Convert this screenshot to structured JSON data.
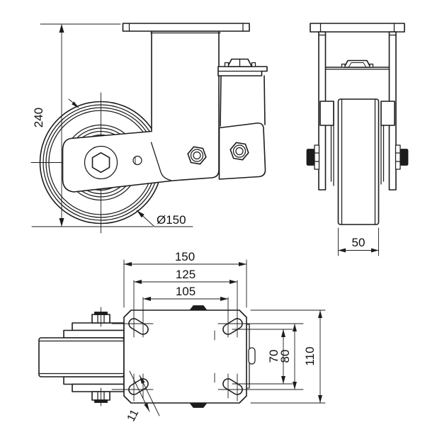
{
  "drawing": {
    "type": "technical-drawing",
    "subject": "swivel-caster-three-views",
    "colors": {
      "line": "#1c1c1c",
      "background": "#ffffff"
    }
  },
  "views": {
    "side": {
      "dims": {
        "overall_height": "240",
        "wheel_diameter": "Ø150"
      }
    },
    "front": {
      "dims": {
        "wheel_width": "50"
      }
    },
    "plan": {
      "dims": {
        "plate_length": "150",
        "bolt_pitch_outer": "125",
        "bolt_pitch_inner": "105",
        "cross_pitch_inner": "70",
        "cross_pitch_outer": "80",
        "plate_width": "110",
        "bolt_hole": "11"
      }
    }
  }
}
